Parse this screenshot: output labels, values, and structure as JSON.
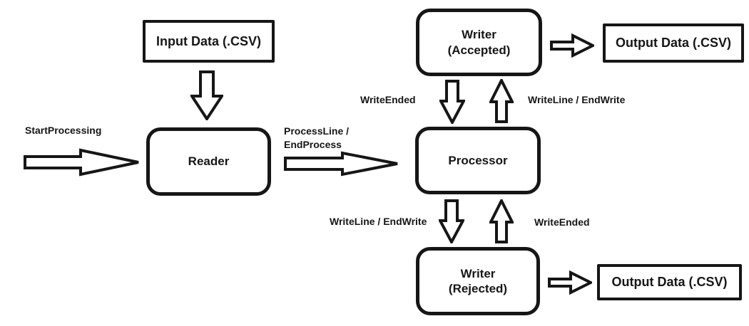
{
  "diagram": {
    "title": "CSV processing pipeline flow diagram",
    "colors": {
      "background": "#ffffff",
      "stroke": "#161616",
      "text": "#161616"
    },
    "nodes": {
      "input_data": {
        "label": "Input Data (.CSV)"
      },
      "reader": {
        "label": "Reader"
      },
      "processor": {
        "label": "Processor"
      },
      "writer_accepted": {
        "line1": "Writer",
        "line2": "(Accepted)"
      },
      "writer_rejected": {
        "line1": "Writer",
        "line2": "(Rejected)"
      },
      "output_accepted": {
        "label": "Output Data (.CSV)"
      },
      "output_rejected": {
        "label": "Output Data (.CSV)"
      }
    },
    "edge_labels": {
      "start_processing": "StartProcessing",
      "process_line_1": "ProcessLine /",
      "process_line_2": "EndProcess",
      "write_ended_top": "WriteEnded",
      "write_line_top": "WriteLine / EndWrite",
      "write_line_bottom": "WriteLine / EndWrite",
      "write_ended_bottom": "WriteEnded"
    }
  }
}
